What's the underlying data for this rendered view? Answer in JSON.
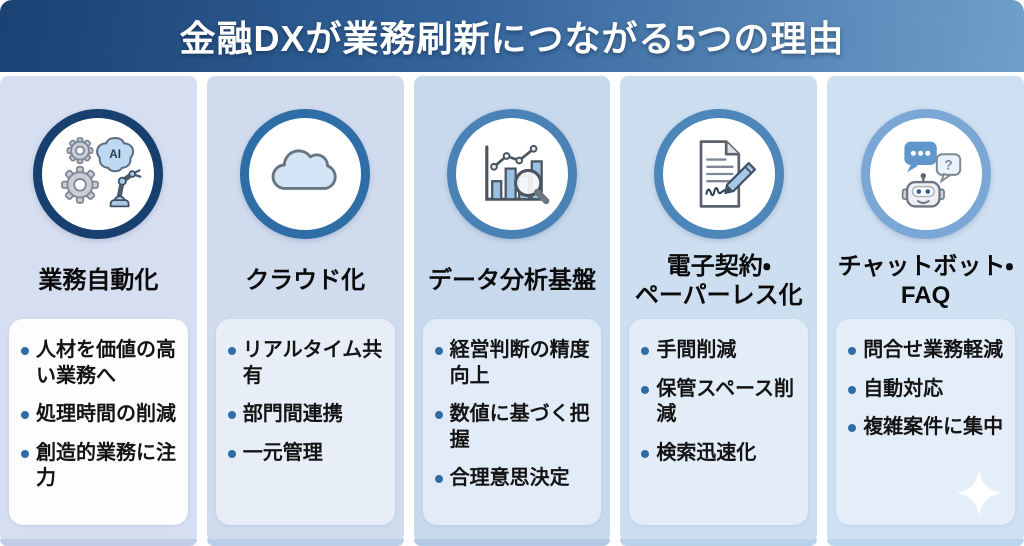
{
  "header": {
    "title": "金融DXが業務刷新につながる5つの理由"
  },
  "theme": {
    "page_bg": "#ffffff",
    "header_grad_left": "#1a4273",
    "header_grad_mid": "#35659c",
    "header_grad_right": "#6f9fca",
    "header_text": "#ffffff",
    "bullet_dot": "#2e6da5",
    "title_text": "#0b0b0b",
    "body_text": "#141414"
  },
  "columns": [
    {
      "icon": "automation-icon",
      "title_lines": [
        "業務自動化"
      ],
      "bullets": [
        "人材を価値の高い業務へ",
        "処理時間の削減",
        "創造的業務に注力"
      ],
      "colors": {
        "column_bg": "#d6def1",
        "card_bg": "#fdfdff",
        "ring": "#17406f",
        "accent": "#c2cde7"
      }
    },
    {
      "icon": "cloud-icon",
      "title_lines": [
        "クラウド化"
      ],
      "bullets": [
        "リアルタイム共有",
        "部門間連携",
        "一元管理"
      ],
      "colors": {
        "column_bg": "#d0dbee",
        "card_bg": "#e7eef8",
        "ring": "#2f6da6",
        "accent": "#bccee8"
      }
    },
    {
      "icon": "analytics-icon",
      "title_lines": [
        "データ分析基盤"
      ],
      "bullets": [
        "経営判断の精度向上",
        "数値に基づく把握",
        "合理意思決定"
      ],
      "colors": {
        "column_bg": "#c8d9ed",
        "card_bg": "#e2ecf8",
        "ring": "#4a82b5",
        "accent": "#b3c9e4"
      }
    },
    {
      "icon": "contract-icon",
      "title_lines": [
        "電子契約・",
        "ペーパーレス化"
      ],
      "bullets": [
        "手間削減",
        "保管スペース削減",
        "検索迅速化"
      ],
      "colors": {
        "column_bg": "#cddef0",
        "card_bg": "#e3edf8",
        "ring": "#4d86b9",
        "accent": "#bad1ea"
      }
    },
    {
      "icon": "chatbot-icon",
      "title_lines": [
        "チャットボット・",
        "FAQ"
      ],
      "bullets": [
        "問合せ業務軽減",
        "自動対応",
        "複雑案件に集中"
      ],
      "colors": {
        "column_bg": "#cfe0f2",
        "card_bg": "#e4eef9",
        "ring": "#7aa7d5",
        "accent": "#bed5ee"
      }
    }
  ]
}
